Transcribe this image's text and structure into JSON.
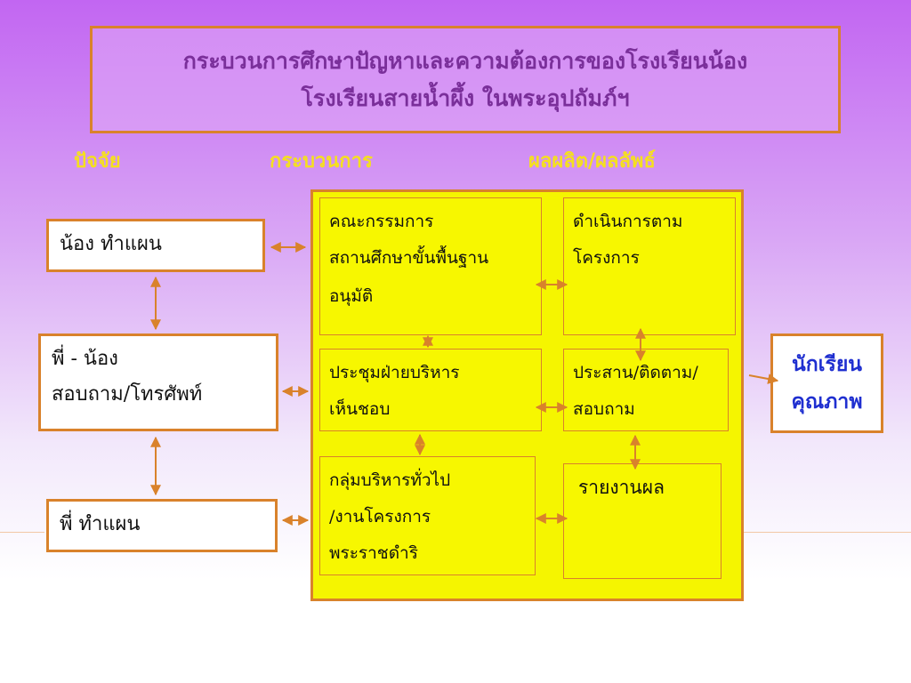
{
  "title": {
    "line1": "กระบวนการศึกษาปัญหาและความต้องการของโรงเรียนน้อง",
    "line2": "โรงเรียนสายน้ำผึ้ง ในพระอุปถัมภ์ฯ"
  },
  "columns": {
    "factors": "ปัจจัย",
    "process": "กระบวนการ",
    "output": "ผลผลิต/ผลลัพธ์"
  },
  "factors": {
    "nong_plan": "น้อง ทำแผน",
    "phi_nong_1": "พี่ - น้อง",
    "phi_nong_2": "สอบถาม/โทรศัพท์",
    "phi_plan": "พี่ ทำแผน"
  },
  "process": {
    "committee_1": "คณะกรรมการ",
    "committee_2": "สถานศึกษาขั้นพื้นฐาน",
    "committee_3": "อนุมัติ",
    "implement_1": "ดำเนินการตาม",
    "implement_2": "โครงการ",
    "meeting_1": "ประชุมฝ่ายบริหาร",
    "meeting_2": "เห็นชอบ",
    "coordinate_1": "ประสาน/ติดตาม/",
    "coordinate_2": "สอบถาม",
    "group_1": "กลุ่มบริหารทั่วไป",
    "group_2": "/งานโครงการ",
    "group_3": "พระราชดำริ",
    "report": "รายงานผล"
  },
  "outcome": {
    "line1": "นักเรียน",
    "line2": "คุณภาพ"
  },
  "colors": {
    "border": "#d9822b",
    "title_text": "#7a2f9a",
    "header_text": "#f5e01e",
    "process_fill": "#f5f500",
    "outcome_text": "#1f2fd0"
  }
}
